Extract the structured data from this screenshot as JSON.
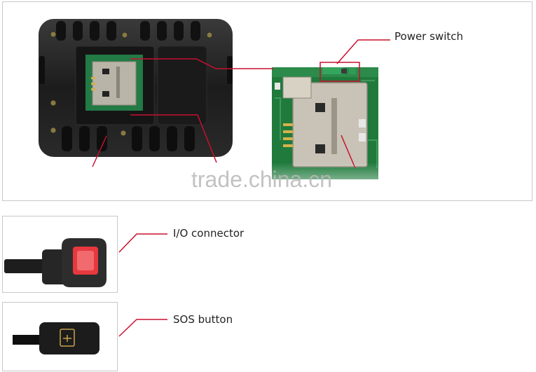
{
  "labels": {
    "power_switch": "Power switch",
    "io_connector": "I/O connector",
    "sos_button": "SOS button"
  },
  "watermark": "trade.china.cn",
  "colors": {
    "callout_line": "#c8102e",
    "device_body": "#1e1e1e",
    "pcb_green": "#1f7a3c",
    "connector_red": "#e8383f",
    "sim_tray": "#c8c3b6"
  }
}
